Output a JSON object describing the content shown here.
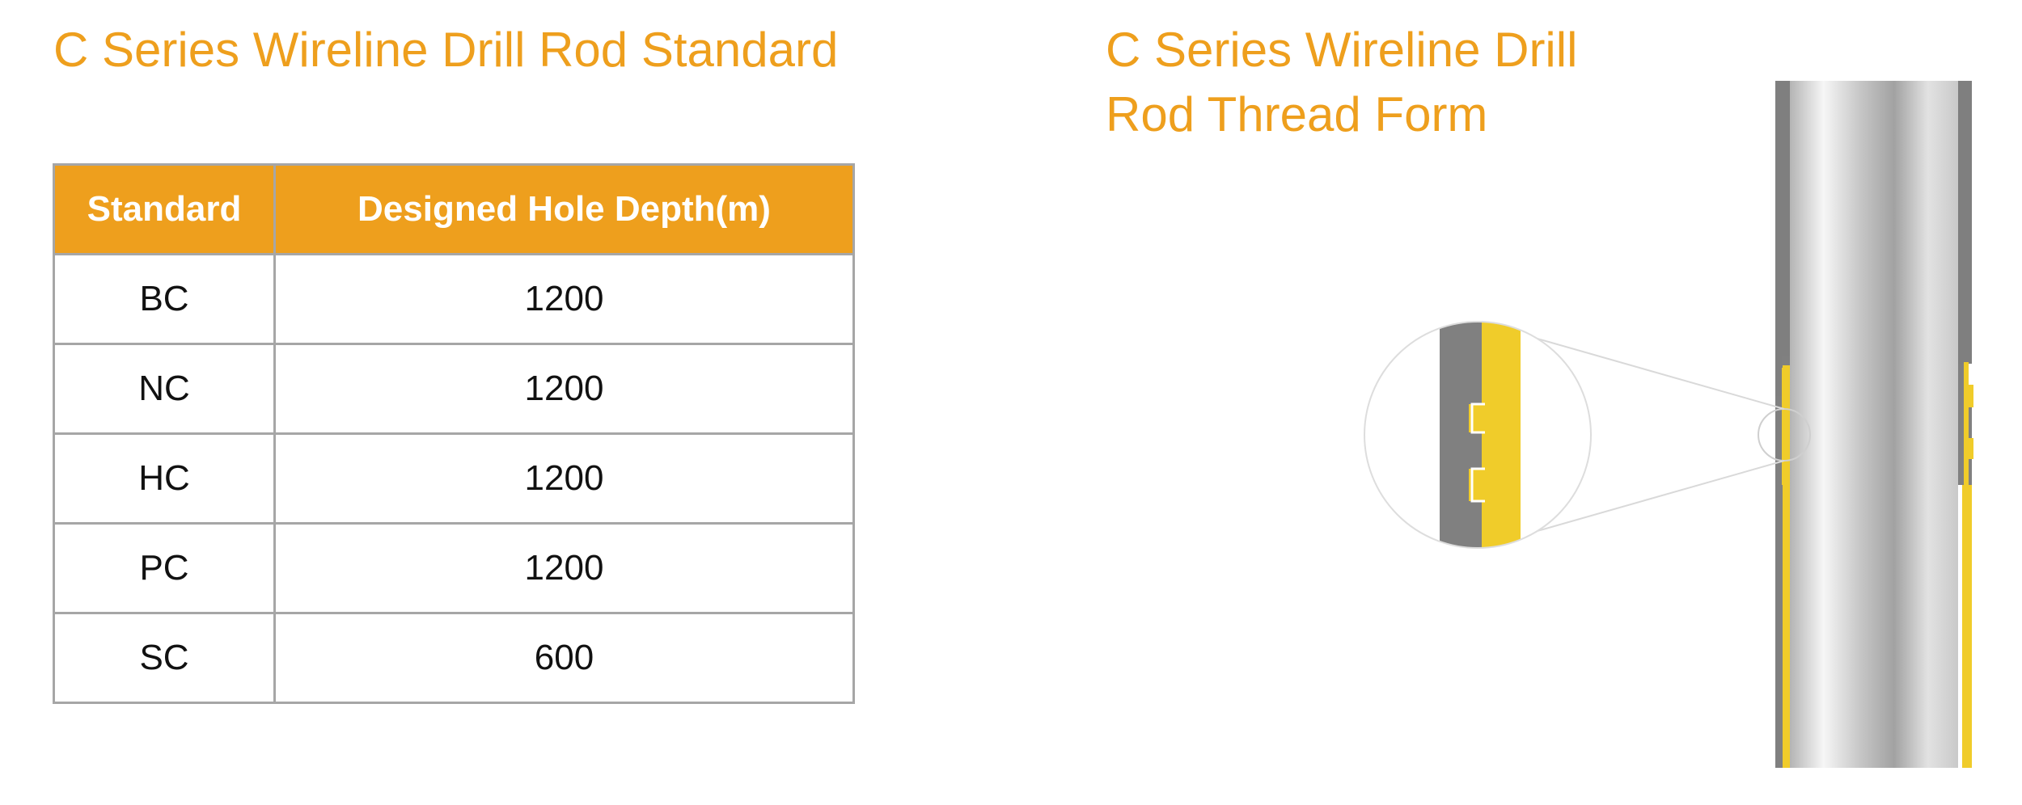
{
  "left_section": {
    "title": "C Series Wireline Drill Rod Standard"
  },
  "table": {
    "headers": [
      "Standard",
      "Designed Hole Depth(m)"
    ],
    "rows": [
      [
        "BC",
        "1200"
      ],
      [
        "NC",
        "1200"
      ],
      [
        "HC",
        "1200"
      ],
      [
        "PC",
        "1200"
      ],
      [
        "SC",
        "600"
      ]
    ]
  },
  "right_section": {
    "title_line1": "C Series Wireline Drill",
    "title_line2": "Rod Thread Form"
  },
  "colors": {
    "accent_orange": "#EE9F1D",
    "rod_yellow": "#F0CC2A",
    "rod_gray": "#808080",
    "border_gray": "#a6a6a6"
  }
}
